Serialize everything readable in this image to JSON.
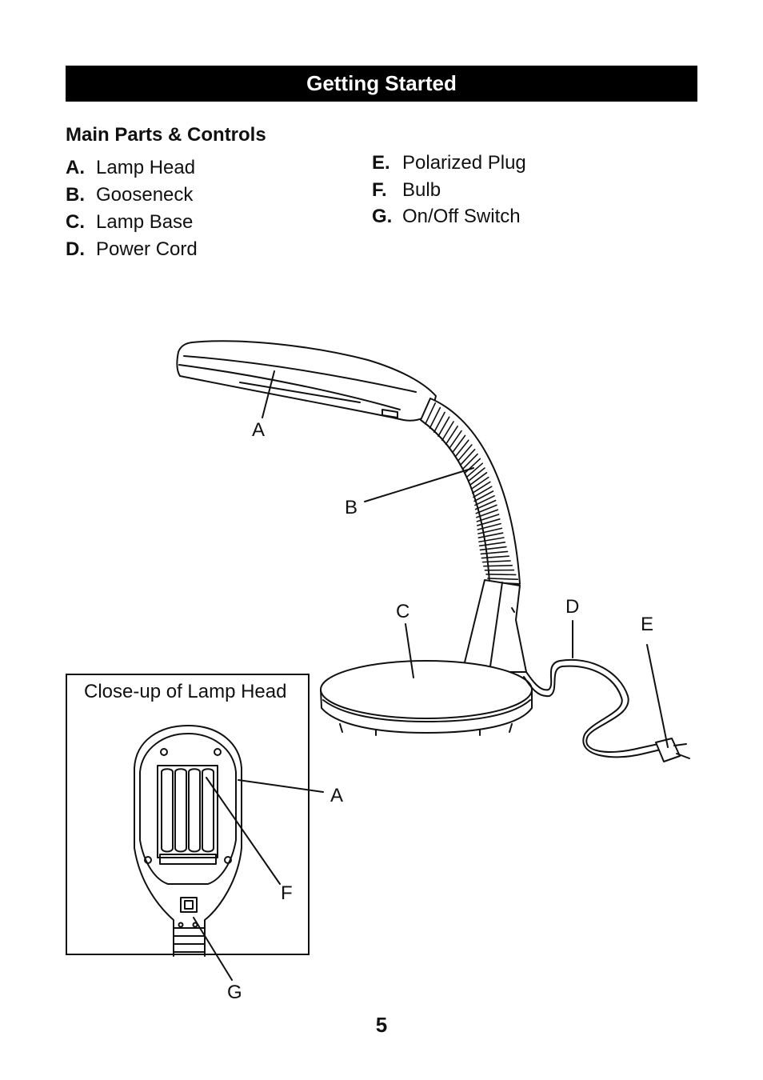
{
  "header": {
    "title": "Getting Started"
  },
  "section": {
    "title": "Main Parts & Controls"
  },
  "parts_left": [
    {
      "letter": "A.",
      "label": "Lamp Head"
    },
    {
      "letter": "B.",
      "label": "Gooseneck"
    },
    {
      "letter": "C.",
      "label": "Lamp Base"
    },
    {
      "letter": "D.",
      "label": "Power Cord"
    }
  ],
  "parts_right": [
    {
      "letter": "E.",
      "label": "Polarized Plug"
    },
    {
      "letter": "F.",
      "label": "Bulb"
    },
    {
      "letter": "G.",
      "label": "On/Off Switch"
    }
  ],
  "callouts": {
    "a": "A",
    "b": "B",
    "c": "C",
    "d": "D",
    "e": "E",
    "a2": "A",
    "f": "F",
    "g": "G"
  },
  "inset": {
    "title": "Close-up of Lamp Head"
  },
  "page": {
    "number": "5"
  }
}
